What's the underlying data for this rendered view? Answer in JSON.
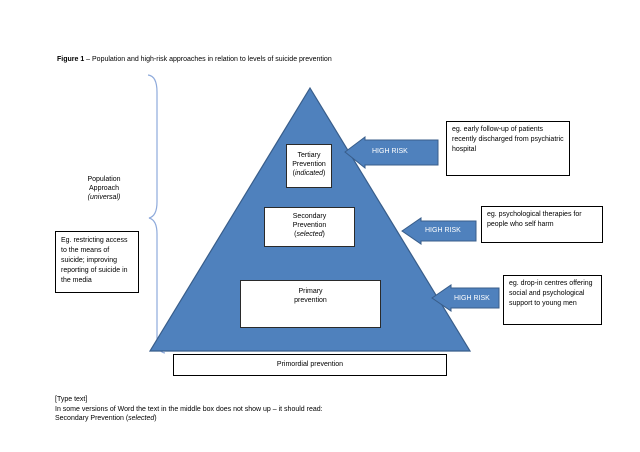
{
  "caption": {
    "prefix": "Figure 1",
    "text": " – Population and high-risk approaches in relation to levels of suicide prevention"
  },
  "population_approach": {
    "line1": "Population",
    "line2": "Approach",
    "line3": "(universal)"
  },
  "tiers": {
    "tertiary": {
      "line1": "Tertiary",
      "line2": "Prevention",
      "line3": "indicated"
    },
    "secondary": {
      "line1": "Secondary",
      "line2": "Prevention",
      "line3": "selected"
    },
    "primary": {
      "line1": "Primary",
      "line2": "prevention"
    }
  },
  "primordial": "Primordial prevention",
  "left_note": "Eg. restricting access to the means of suicide; improving reporting of suicide in the media",
  "high_risk": [
    {
      "label": "HIGH RISK",
      "note": "eg. early follow-up of patients recently discharged from psychiatric hospital"
    },
    {
      "label": "HIGH RISK",
      "note": "eg. psychological therapies for people who self harm"
    },
    {
      "label": "HIGH RISK",
      "note": "eg. drop-in centres offering social and psychological support to young men"
    }
  ],
  "footer": {
    "line1": "[Type text]",
    "line2": "In some versions of Word the text in the middle box does not show up – it should read:",
    "line3_prefix": "Secondary Prevention (",
    "line3_italic": "selected",
    "line3_suffix": ")"
  },
  "colors": {
    "pyramid_fill": "#4f81bd",
    "pyramid_stroke": "#385d8a",
    "arrow_fill": "#4f81bd",
    "bracket": "#8eaadb"
  }
}
